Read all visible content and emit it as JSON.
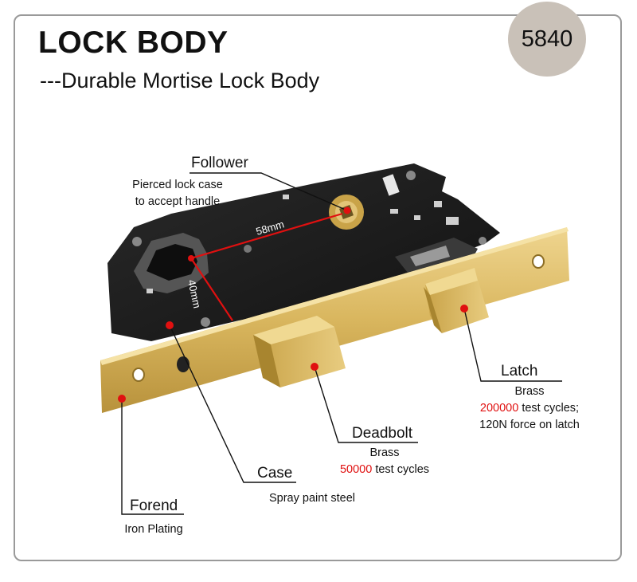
{
  "header": {
    "title": "LOCK BODY",
    "subtitle": "---Durable Mortise Lock Body",
    "model_number": "5840"
  },
  "dimensions": {
    "width": "58mm",
    "height": "40mm"
  },
  "callouts": {
    "follower": {
      "name": "Follower",
      "line1": "Pierced lock case",
      "line2": "to accept handle"
    },
    "latch": {
      "name": "Latch",
      "material": "Brass",
      "cycles_value": "200000",
      "cycles_text": " test cycles;",
      "force": "120N force on latch"
    },
    "deadbolt": {
      "name": "Deadbolt",
      "material": "Brass",
      "cycles_value": "50000",
      "cycles_text": " test cycles"
    },
    "case": {
      "name": "Case",
      "material": "Spray paint steel"
    },
    "forend": {
      "name": "Forend",
      "material": "Iron Plating"
    }
  },
  "colors": {
    "accent_red": "#e01010",
    "badge_bg": "#c9c1b8",
    "brass": "#d9b65e",
    "case_black": "#1c1c1c",
    "frame_border": "#9a9a9a"
  }
}
